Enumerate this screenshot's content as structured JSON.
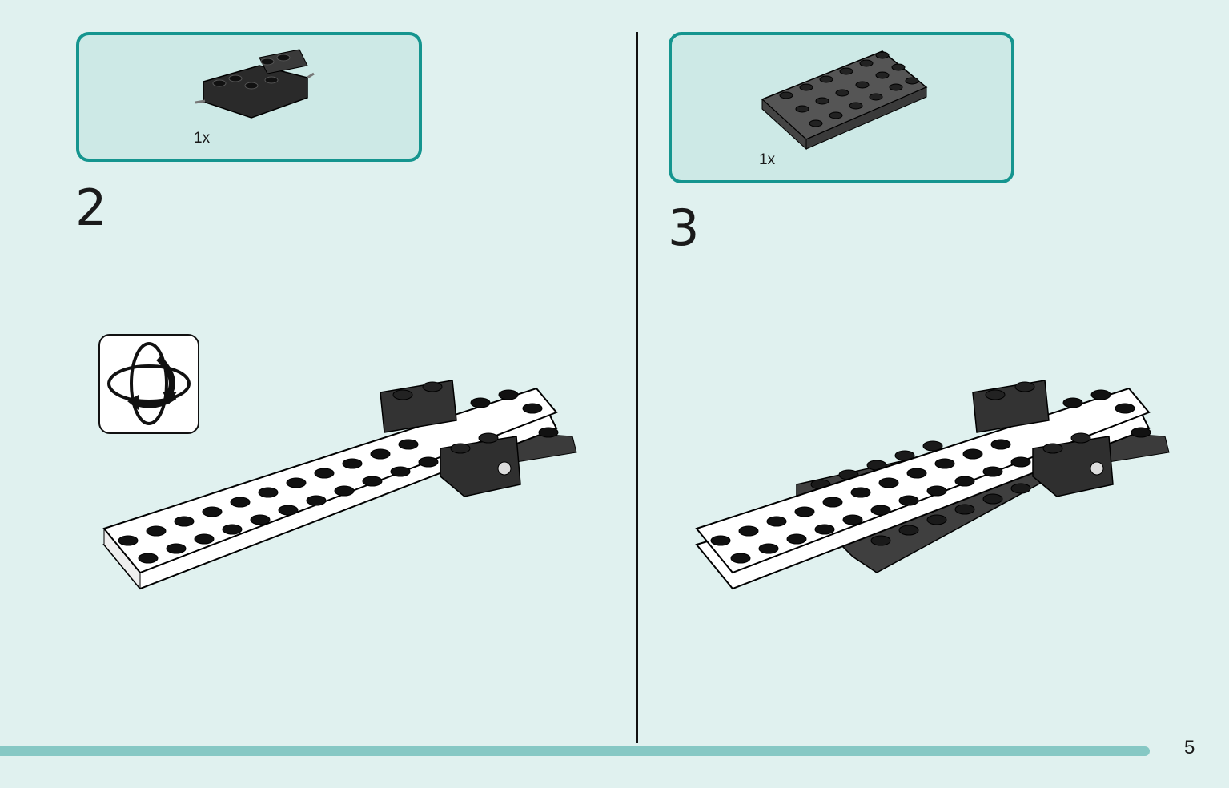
{
  "steps": [
    {
      "number": "2",
      "parts_quantity": "1x",
      "part_icon": "black-brick-with-pins-icon"
    },
    {
      "number": "3",
      "parts_quantity": "1x",
      "part_icon": "dark-gray-plate-4x6-icon"
    }
  ],
  "rotate_icon": "rotate-model-icon",
  "page_number": "5",
  "colors": {
    "accent": "#15958f",
    "background": "#e0f1ef",
    "panel": "#cde9e6",
    "footer_bar": "#86c8c4"
  }
}
